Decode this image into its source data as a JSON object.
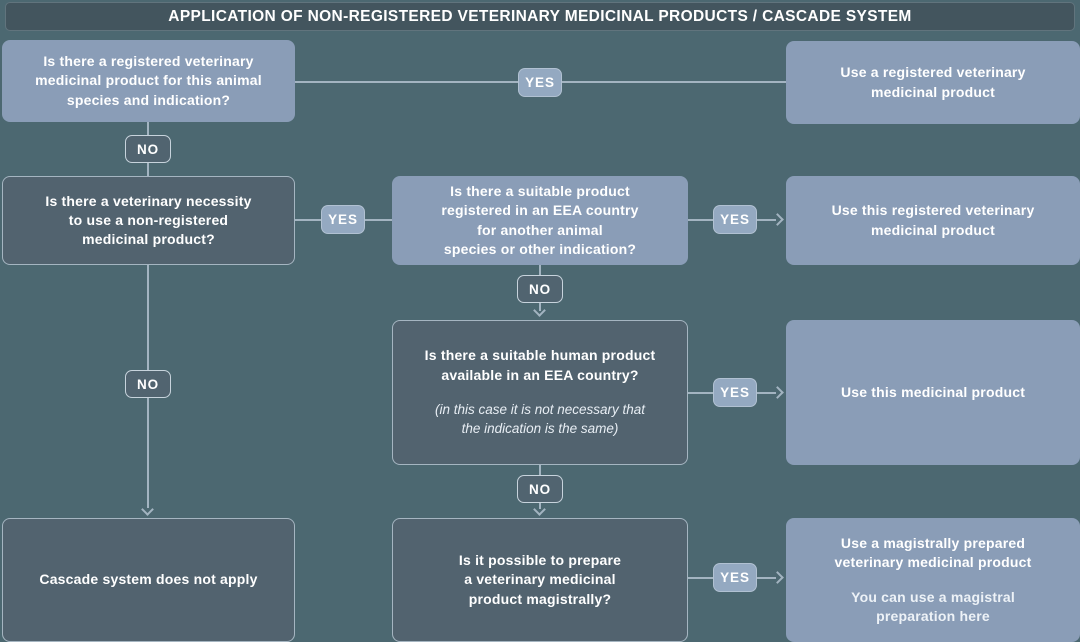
{
  "diagram": {
    "title": "APPLICATION OF NON-REGISTERED VETERINARY MEDICINAL PRODUCTS / CASCADE SYSTEM",
    "labels": {
      "yes": "YES",
      "no": "NO"
    },
    "nodes": {
      "q_registered": {
        "text": "Is there a registered veterinary\nmedicinal product for this animal\nspecies and indication?"
      },
      "a_registered": {
        "text": "Use a registered veterinary\nmedicinal product"
      },
      "q_necessity": {
        "text": "Is there a veterinary necessity\nto use a non-registered\nmedicinal product?"
      },
      "q_eea": {
        "text": "Is there a suitable product\nregistered in an EEA country\nfor another animal\nspecies or other indication?"
      },
      "a_this_registered": {
        "text": "Use this registered veterinary\nmedicinal product"
      },
      "q_human": {
        "text": "Is there a suitable human product\navailable in an EEA country?",
        "note": "(in this case it is not necessary that\nthe indication is the same)"
      },
      "a_this_product": {
        "text": "Use this medicinal product"
      },
      "cascade_na": {
        "text": "Cascade system does not apply"
      },
      "q_magistral": {
        "text": "Is it possible to prepare\na veterinary medicinal\nproduct magistrally?"
      },
      "a_magistral": {
        "text": "Use a magistrally prepared\nveterinary medicinal product",
        "text2": "You can use a magistral\npreparation here"
      }
    },
    "colors": {
      "background": "#4C6871",
      "title_bar": "#43555E",
      "light_box": "#8A9DB7",
      "dark_box": "#52636F",
      "yes_label": "#94A9C1",
      "no_fill": "#516470",
      "no_border": "#C7D3DC",
      "connector": "#A3B4C1",
      "text": "#FFFFFF"
    }
  }
}
